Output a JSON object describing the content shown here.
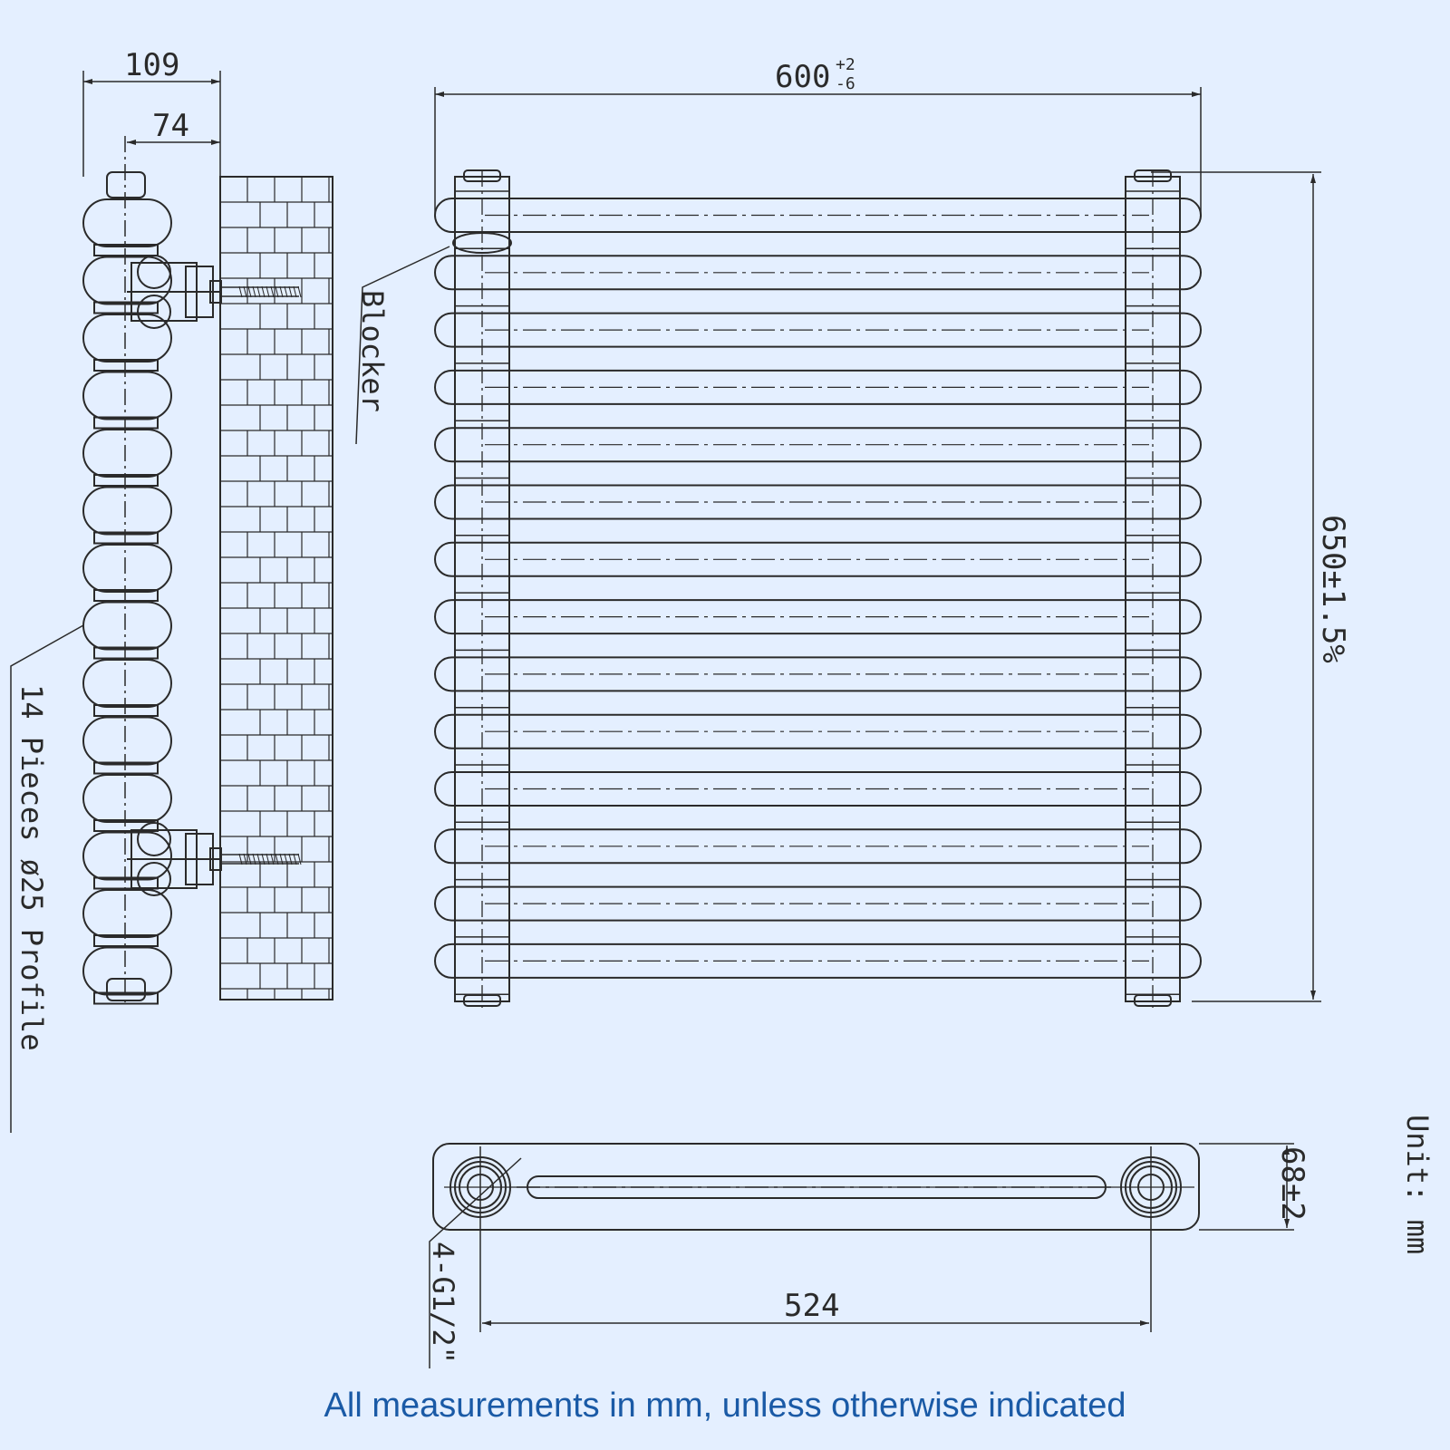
{
  "dimensions": {
    "depth_overall": "109",
    "depth_to_wall": "74",
    "width": "600",
    "width_tol_plus": "+2",
    "width_tol_minus": "-6",
    "height": "650±1.5%",
    "tube_depth": "68±2",
    "pipe_centres": "524"
  },
  "labels": {
    "blocker": "Blocker",
    "profile": "14 Pieces ø25 Profile",
    "connections": "4-G1/2\"",
    "unit": "Unit: mm"
  },
  "footer": {
    "note": "All measurements in mm, unless otherwise indicated"
  },
  "colors": {
    "background": "#e4efff",
    "line": "#2a2a2a",
    "footer_text": "#1a5aa6"
  }
}
